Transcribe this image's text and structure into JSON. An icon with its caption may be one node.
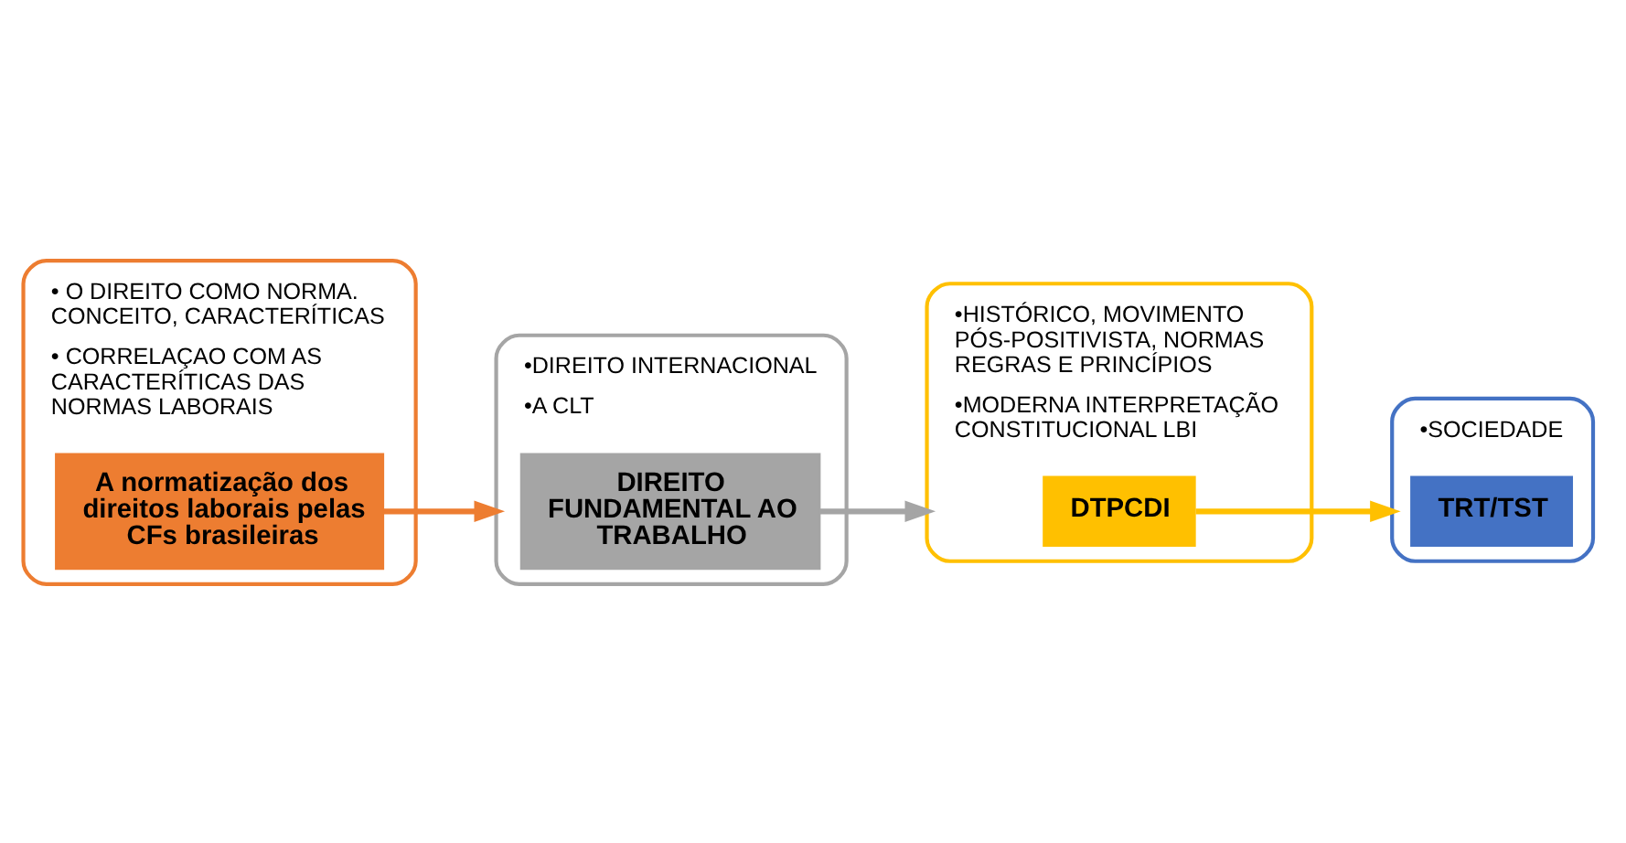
{
  "diagram": {
    "nodes": [
      {
        "text": [
          "• O DIREITO COMO NORMA. CONCEITO, CARACTERÍTICAS",
          "• CORRELAÇAO COM AS CARACTERÍTICAS DAS NORMAS LABORAIS"
        ]
      },
      {
        "text": [
          "A normatização dos direitos laborais pelas CFs brasileiras"
        ],
        "in": 0
      },
      {
        "text": [
          "•DIREITO INTERNACIONAL",
          "•A CLT"
        ]
      },
      {
        "text": [
          "DIREITO FUNDAMENTAL AO TRABALHO"
        ],
        "in": 2
      },
      {
        "text": [
          "•HISTÓRICO, MOVIMENTO PÓS-POSITIVISTA, NORMAS REGRAS E PRINCÍPIOS",
          "•MODERNA INTERPRETAÇÃO CONSTITUCIONAL LBI"
        ]
      },
      {
        "text": [
          "DTPCDI"
        ],
        "in": 4
      },
      {
        "text": [
          "•SOCIEDADE"
        ]
      },
      {
        "text": [
          "TRT/TST"
        ],
        "in": 6
      }
    ],
    "edges": [
      {
        "from": 1,
        "to": 2,
        "arrow": "to",
        "color": "#ed7d31"
      },
      {
        "from": 3,
        "to": 4,
        "arrow": "to",
        "color": "#a5a5a5"
      },
      {
        "from": 5,
        "to": 6,
        "arrow": "to",
        "color": "#ffc000"
      }
    ]
  }
}
